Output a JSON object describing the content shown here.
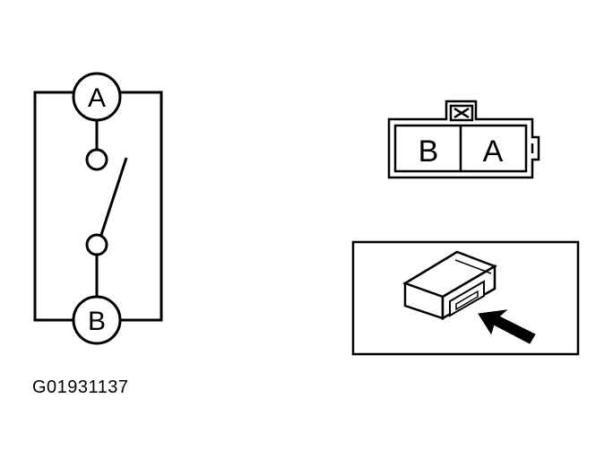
{
  "schematic": {
    "terminal_top": "A",
    "terminal_bottom": "B"
  },
  "connector": {
    "cavity_left": "B",
    "cavity_right": "A"
  },
  "figure_id": "G01931137",
  "colors": {
    "ink": "#000000",
    "background": "#ffffff"
  },
  "icons": {
    "pointer": "arrow-icon"
  }
}
